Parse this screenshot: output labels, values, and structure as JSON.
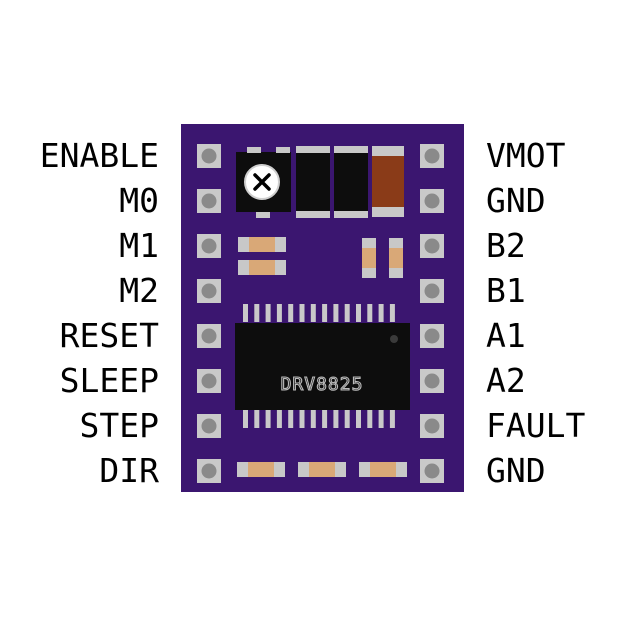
{
  "left_pins": [
    "ENABLE",
    "M0",
    "M1",
    "M2",
    "RESET",
    "SLEEP",
    "STEP",
    "DIR"
  ],
  "right_pins": [
    "VMOT",
    "GND",
    "B2",
    "B1",
    "A1",
    "A2",
    "FAULT",
    "GND"
  ],
  "chip_label": "DRV8825",
  "colors": {
    "board": "#3b1670",
    "pad_ring": "#c9c9c9",
    "pad_center": "#8a8a8a",
    "chip_body": "#0d0d0d",
    "chip_pins": "#c9c9c9",
    "smd_pad": "#c8c8c8",
    "capacitor": "#d9a877",
    "resistor_brown": "#8a3b18",
    "text": "#000000"
  }
}
